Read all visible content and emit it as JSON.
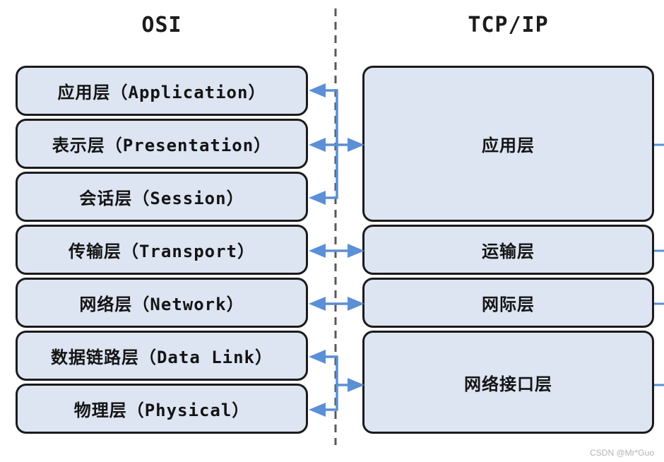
{
  "diagram": {
    "title_left": "OSI",
    "title_right": "TCP/IP",
    "osi_layers": [
      "应用层（Application）",
      "表示层（Presentation）",
      "会话层（Session）",
      "传输层（Transport）",
      "网络层（Network）",
      "数据链路层（Data Link）",
      "物理层（Physical）"
    ],
    "tcpip_layers": [
      "应用层",
      "运输层",
      "网际层",
      "网络接口层"
    ],
    "mappings": [
      {
        "osi": "应用层/表示层/会话层",
        "tcpip": "应用层"
      },
      {
        "osi": "传输层",
        "tcpip": "运输层"
      },
      {
        "osi": "网络层",
        "tcpip": "网际层"
      },
      {
        "osi": "数据链路层/物理层",
        "tcpip": "网络接口层"
      }
    ],
    "colors": {
      "box_fill": "#dde4f2",
      "box_border": "#1b1b1b",
      "arrow_blue": "#5b8fd6",
      "divider_gray": "#595959"
    },
    "watermark": "CSDN @Mr*Guo"
  }
}
